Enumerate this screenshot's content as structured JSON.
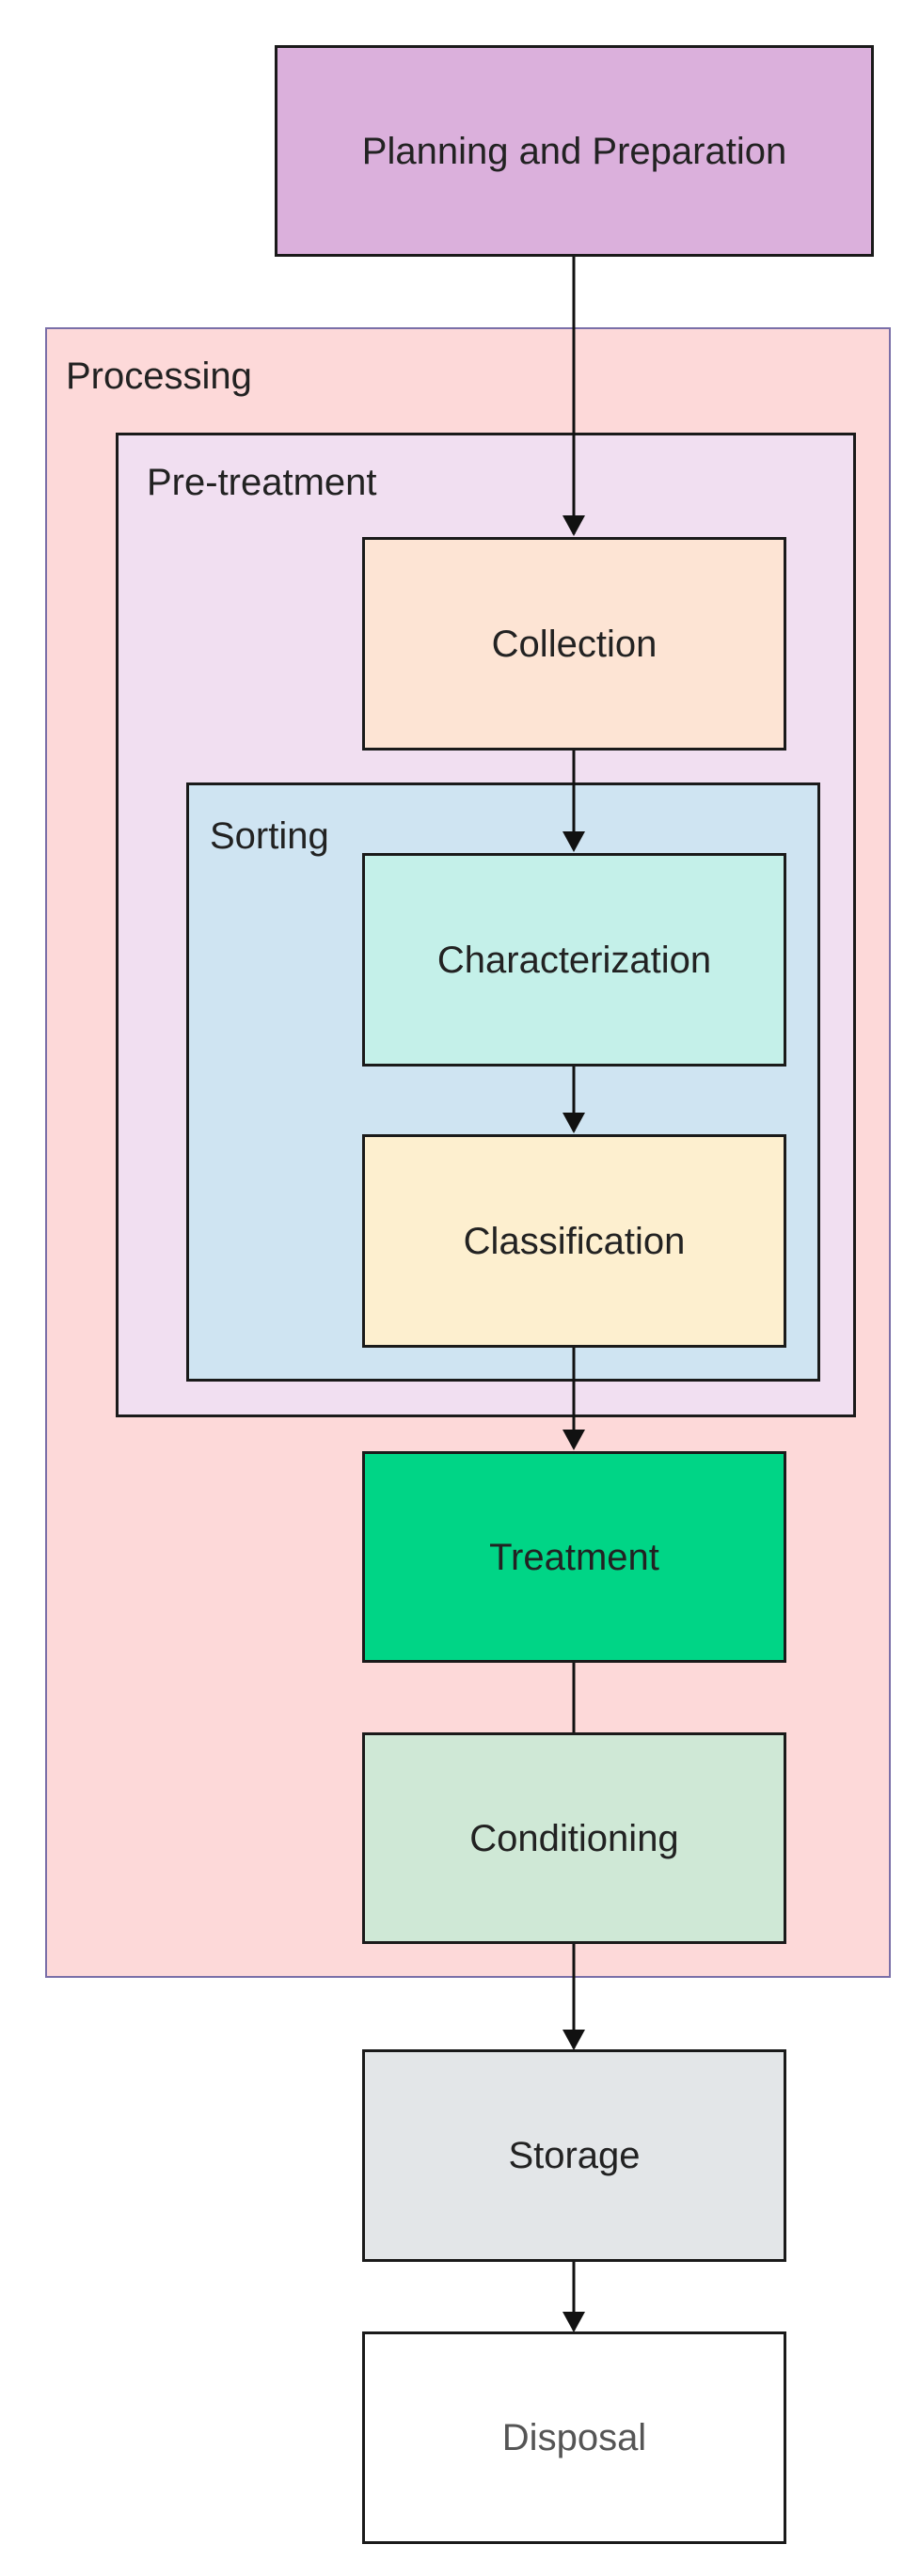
{
  "diagram": {
    "groups": {
      "processing": {
        "label": "Processing",
        "fill": "#fdd9d9",
        "border": "#7a6fa8"
      },
      "pretreatment": {
        "label": "Pre-treatment",
        "fill": "#f1dff1",
        "border": "#1a1a1a"
      },
      "sorting": {
        "label": "Sorting",
        "fill": "#cfe4f2",
        "border": "#1a1a1a"
      }
    },
    "nodes": {
      "planning": {
        "label": "Planning and Preparation",
        "fill": "#dbb0dc"
      },
      "collection": {
        "label": "Collection",
        "fill": "#fde4d4"
      },
      "characterization": {
        "label": "Characterization",
        "fill": "#c4f0e9"
      },
      "classification": {
        "label": "Classification",
        "fill": "#fdefcf"
      },
      "treatment": {
        "label": "Treatment",
        "fill": "#00d586"
      },
      "conditioning": {
        "label": "Conditioning",
        "fill": "#cfe8d6"
      },
      "storage": {
        "label": "Storage",
        "fill": "#e3e6e8"
      },
      "disposal": {
        "label": "Disposal",
        "fill": "#ffffff"
      }
    },
    "edges": [
      {
        "from": "planning",
        "to": "collection",
        "arrow": true
      },
      {
        "from": "collection",
        "to": "characterization",
        "arrow": true
      },
      {
        "from": "characterization",
        "to": "classification",
        "arrow": true
      },
      {
        "from": "classification",
        "to": "treatment",
        "arrow": true
      },
      {
        "from": "treatment",
        "to": "conditioning",
        "arrow": false
      },
      {
        "from": "conditioning",
        "to": "storage",
        "arrow": true
      },
      {
        "from": "storage",
        "to": "disposal",
        "arrow": true
      }
    ]
  }
}
